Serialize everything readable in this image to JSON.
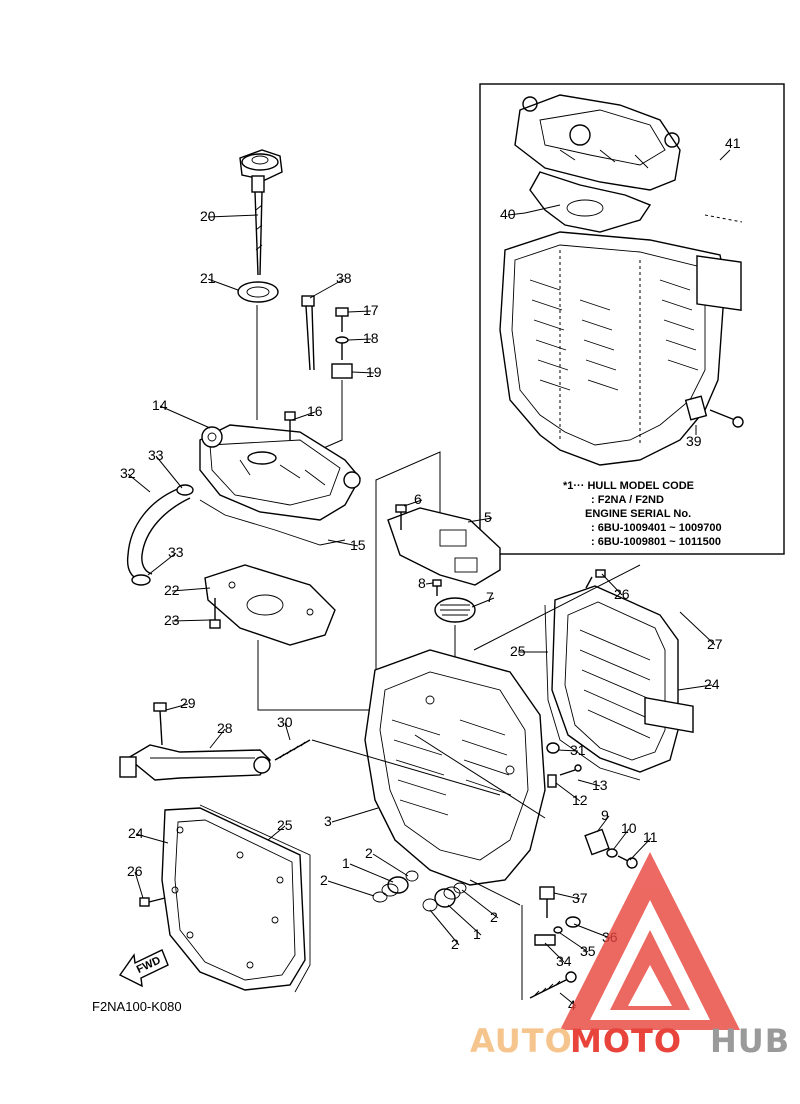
{
  "figure_code": "F2NA100-K080",
  "watermark": {
    "part1": "AUTO",
    "part2": "MOTO",
    "part3": "HUB",
    "color_light": "#f6c58d",
    "color_red": "#e8443c",
    "color_gray": "#9a9a9a"
  },
  "fwd_label": "FWD",
  "inset_note": {
    "line1": "*1··· HULL MODEL CODE",
    "line2": ": F2NA / F2ND",
    "line3": "ENGINE SERIAL No.",
    "line4": ": 6BU-1009401 ~ 1009700",
    "line5": ": 6BU-1009801 ~ 1011500"
  },
  "callouts": [
    {
      "num": "41"
    },
    {
      "num": "40"
    },
    {
      "num": "39"
    },
    {
      "num": "20"
    },
    {
      "num": "21"
    },
    {
      "num": "38"
    },
    {
      "num": "17"
    },
    {
      "num": "18"
    },
    {
      "num": "19"
    },
    {
      "num": "14"
    },
    {
      "num": "16"
    },
    {
      "num": "33"
    },
    {
      "num": "32"
    },
    {
      "num": "15"
    },
    {
      "num": "6"
    },
    {
      "num": "5"
    },
    {
      "num": "33"
    },
    {
      "num": "22"
    },
    {
      "num": "23"
    },
    {
      "num": "8"
    },
    {
      "num": "7"
    },
    {
      "num": "26"
    },
    {
      "num": "27"
    },
    {
      "num": "25"
    },
    {
      "num": "24"
    },
    {
      "num": "29"
    },
    {
      "num": "28"
    },
    {
      "num": "30"
    },
    {
      "num": "31"
    },
    {
      "num": "13"
    },
    {
      "num": "12"
    },
    {
      "num": "3"
    },
    {
      "num": "9"
    },
    {
      "num": "10"
    },
    {
      "num": "11"
    },
    {
      "num": "24"
    },
    {
      "num": "25"
    },
    {
      "num": "1"
    },
    {
      "num": "2"
    },
    {
      "num": "2"
    },
    {
      "num": "1"
    },
    {
      "num": "2"
    },
    {
      "num": "2"
    },
    {
      "num": "26"
    },
    {
      "num": "37"
    },
    {
      "num": "36"
    },
    {
      "num": "35"
    },
    {
      "num": "34"
    },
    {
      "num": "4"
    }
  ]
}
